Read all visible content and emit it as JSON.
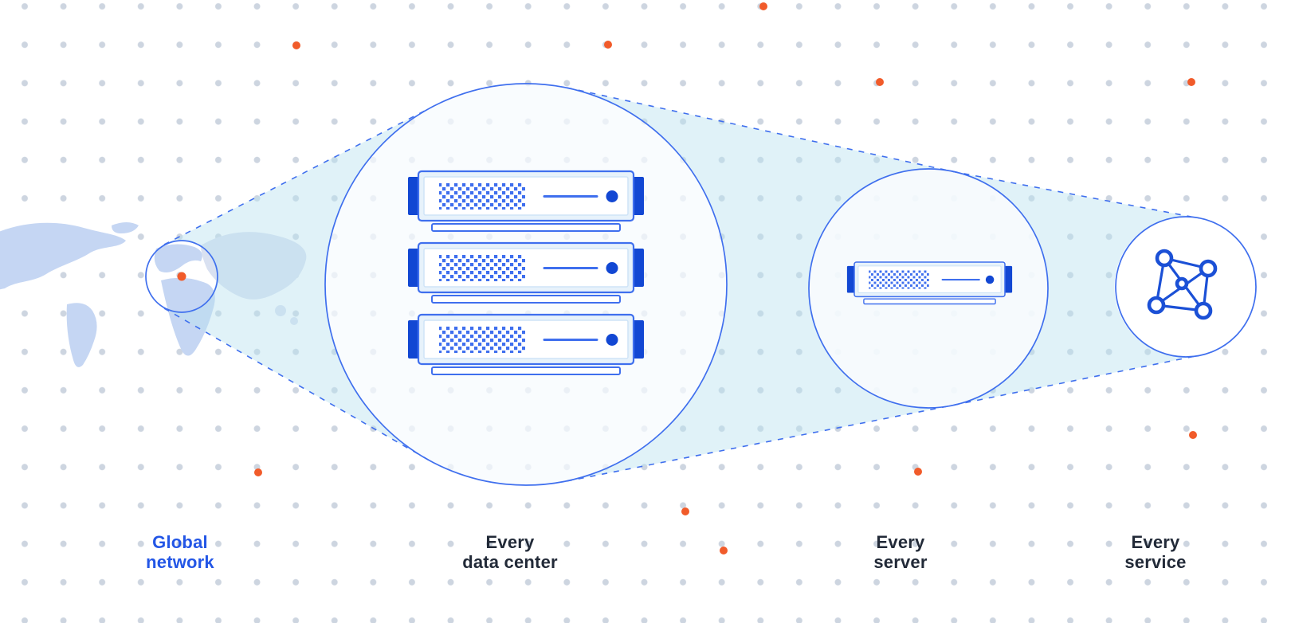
{
  "colors": {
    "accent_blue": "#3f6fee",
    "dark_blue": "#1247d3",
    "mesh_blue": "#1b50d6",
    "text_blue": "#2356e6",
    "text_dark": "#222a38",
    "orange": "#f15b2a",
    "grid_dot": "#cdd5e0",
    "map_fill": "#c5d6f3",
    "map_fill_light": "#d9e1f1",
    "beam_fill": "rgba(186,226,240,0.45)"
  },
  "stages": [
    {
      "id": "global-network",
      "label_line1": "Global",
      "label_line2": "network",
      "icon": "world-map-icon"
    },
    {
      "id": "every-data-center",
      "label_line1": "Every",
      "label_line2": "data center",
      "icon": "server-rack-icon"
    },
    {
      "id": "every-server",
      "label_line1": "Every",
      "label_line2": "server",
      "icon": "single-server-icon"
    },
    {
      "id": "every-service",
      "label_line1": "Every",
      "label_line2": "service",
      "icon": "network-mesh-icon"
    }
  ]
}
